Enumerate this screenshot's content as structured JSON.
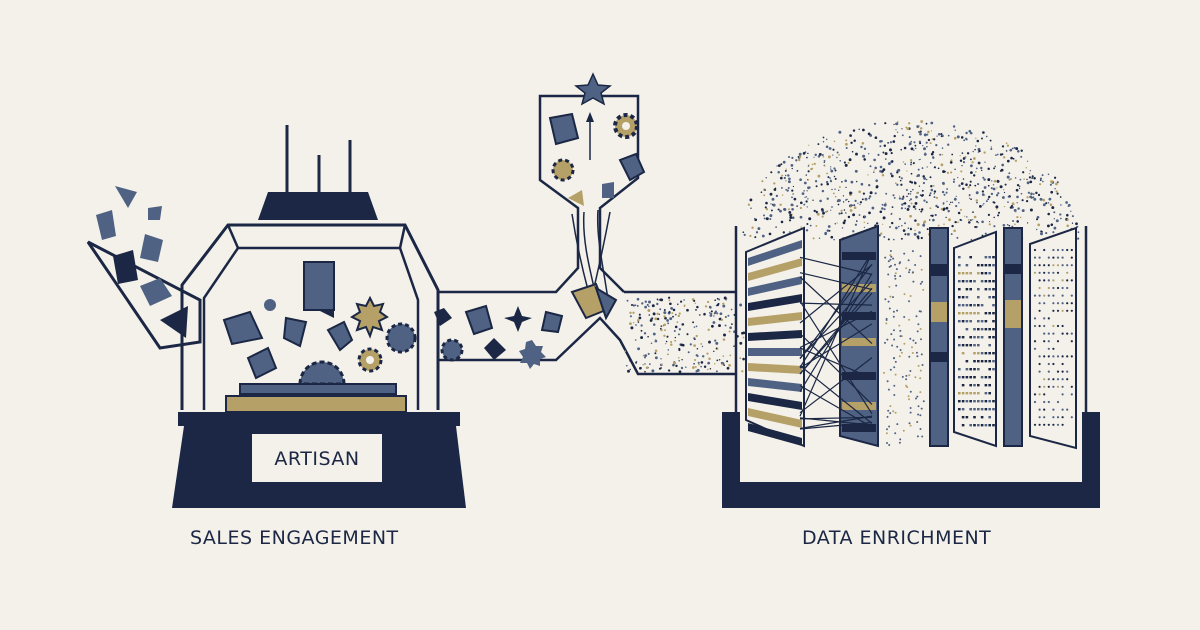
{
  "machine": {
    "plate_label": "ARTISAN"
  },
  "captions": {
    "left": "SALES ENGAGEMENT",
    "right": "DATA ENRICHMENT"
  },
  "colors": {
    "background": "#f4f1ea",
    "navy": "#1b2744",
    "slate": "#4f6284",
    "gold": "#b5a067"
  }
}
